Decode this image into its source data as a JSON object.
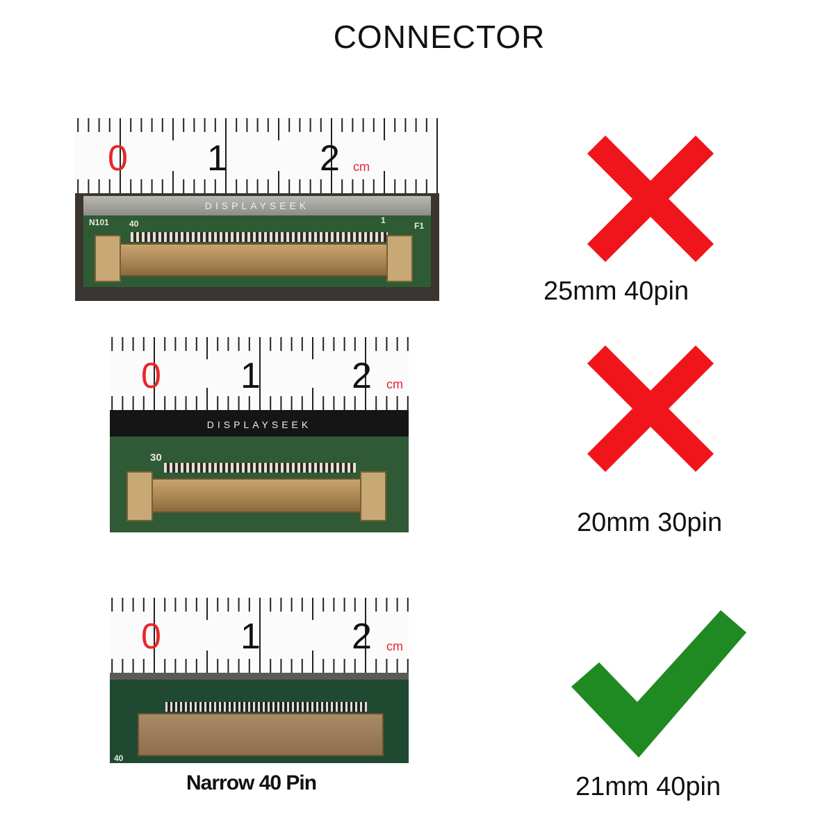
{
  "title": "CONNECTOR",
  "ruler": {
    "marks": [
      "0",
      "1",
      "2"
    ],
    "unit": "cm"
  },
  "panels": [
    {
      "brand": "DISPLAYSEEK",
      "pcb_labels": [
        "N101",
        "40",
        "1",
        "F1"
      ],
      "label": "25mm 40pin",
      "status": "incorrect",
      "status_icon": "x-mark-icon"
    },
    {
      "brand": "DISPLAYSEEK",
      "pcb_labels": [
        "30"
      ],
      "label": "20mm 30pin",
      "status": "incorrect",
      "status_icon": "x-mark-icon"
    },
    {
      "pcb_labels": [
        "40"
      ],
      "caption": "Narrow 40 Pin",
      "label": "21mm 40pin",
      "status": "correct",
      "status_icon": "check-mark-icon"
    }
  ],
  "colors": {
    "incorrect": "#f0141b",
    "correct": "#1f8a22",
    "ruler_zero": "#e8262a"
  }
}
